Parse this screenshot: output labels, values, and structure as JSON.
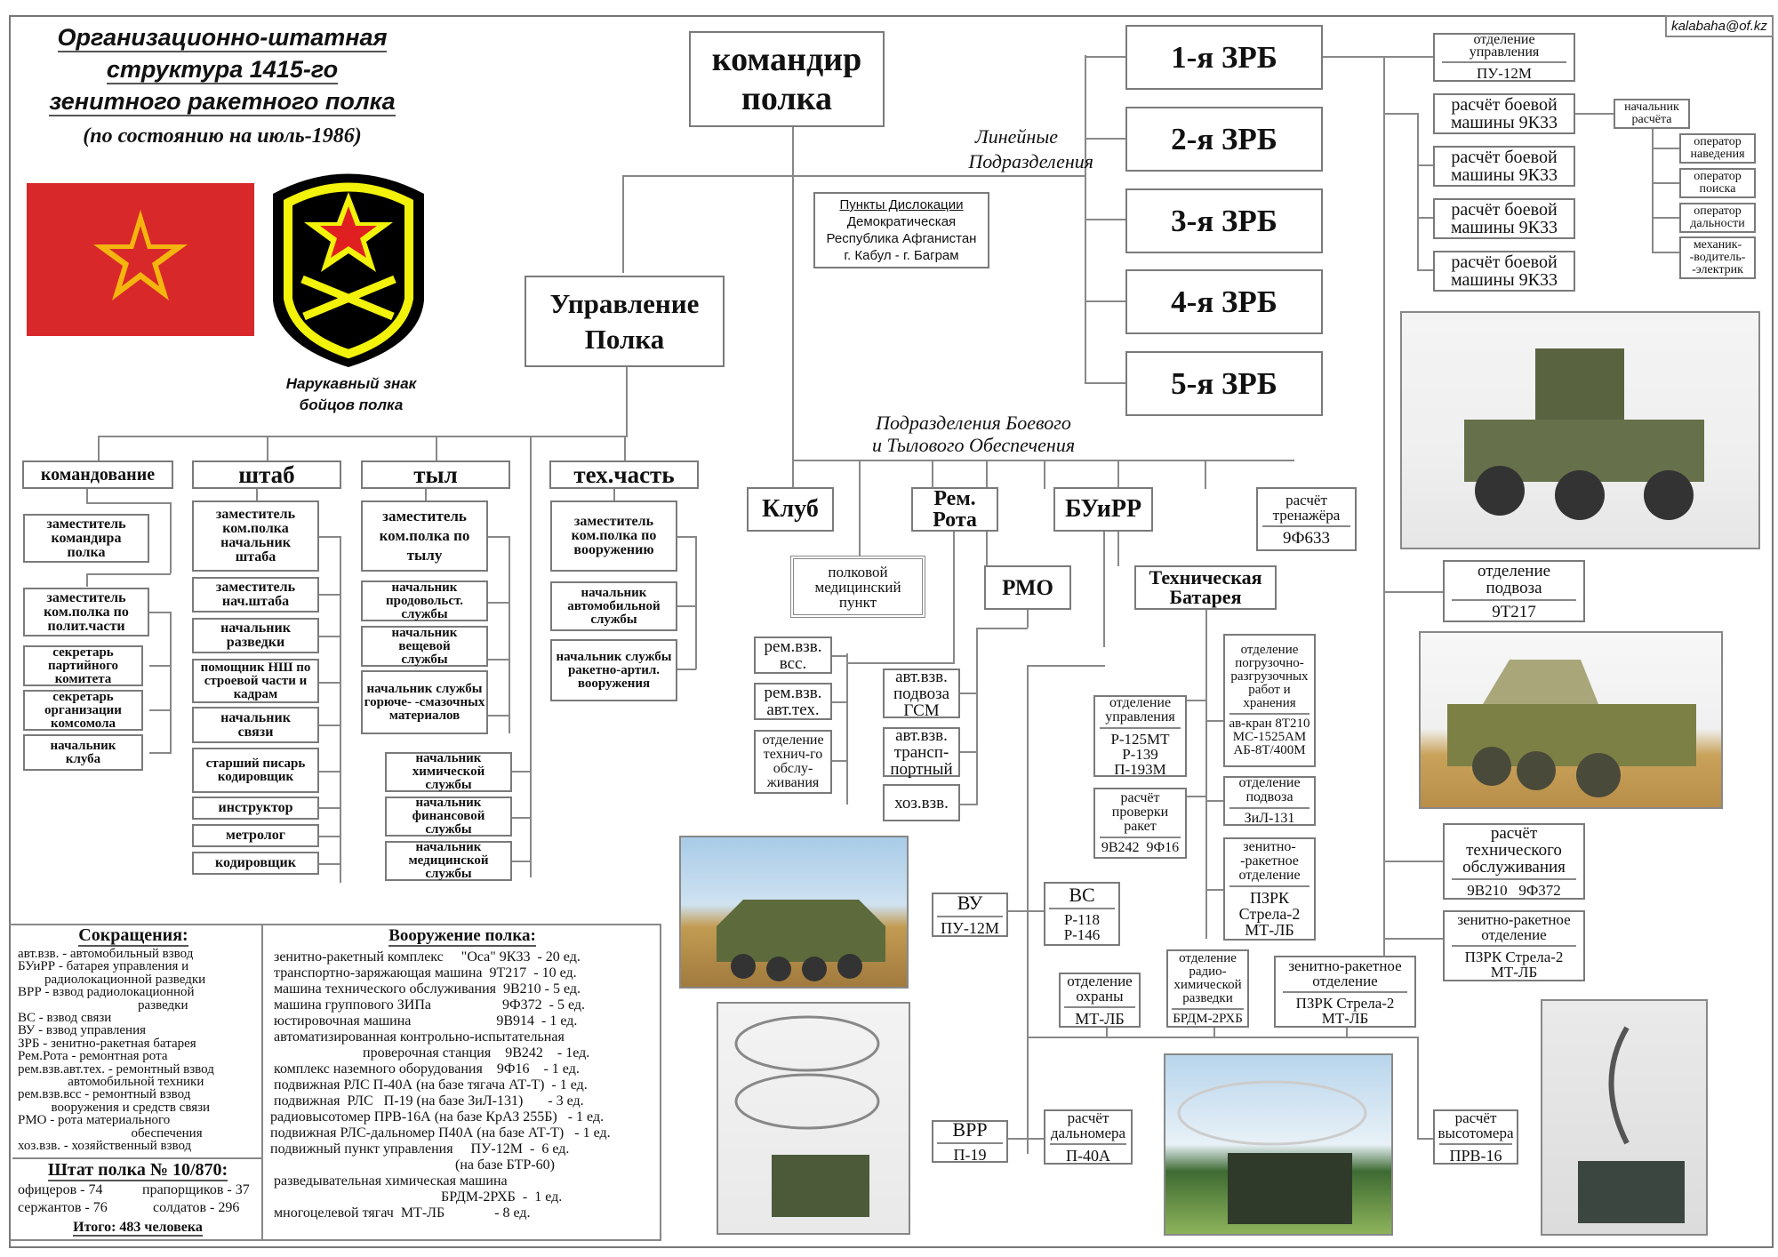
{
  "title": {
    "line1": "Организационно-штатная",
    "line2": "структура  1415-го",
    "line3": "зенитного ракетного полка",
    "date": "(по состоянию на  июль-1986)"
  },
  "emblem": {
    "caption_line1": "Нарукавный знак",
    "caption_line2": "бойцов полка"
  },
  "watermark": "kalabaha@of.kz",
  "colors": {
    "flag_red": "#d8282a",
    "star_gold": "#f5b50e",
    "patch_yellow": "#f2f20a",
    "line": "#888888"
  },
  "commander": {
    "line1": "командир",
    "line2": "полка"
  },
  "hq": {
    "line1": "Управление",
    "line2": "Полка"
  },
  "location": {
    "title": "Пункты  Дислокации",
    "line1": "Демократическая",
    "line2": "Республика Афганистан",
    "line3": "г. Кабул - г. Баграм"
  },
  "linear_label": {
    "line1": "Линейные",
    "line2": "Подразделения"
  },
  "support_label": {
    "line1": "Подразделения Боевого",
    "line2": "и  Тылового Обеспечения"
  },
  "batteries": [
    "1-я ЗРБ",
    "2-я ЗРБ",
    "3-я ЗРБ",
    "4-я ЗРБ",
    "5-я ЗРБ"
  ],
  "battery_units": {
    "control": {
      "name": "отделение управления",
      "equip": "ПУ-12М"
    },
    "crews": [
      "расчёт боевой машины 9К33",
      "расчёт боевой машины 9К33",
      "расчёт боевой машины 9К33",
      "расчёт боевой машины 9К33"
    ],
    "crew_chief": "начальник расчёта",
    "crew_members": [
      "оператор наведения",
      "оператор поиска",
      "оператор дальности",
      "механик- -водитель- -электрик"
    ],
    "supply": {
      "name": "отделение подвоза",
      "equip": "9Т217"
    },
    "maintenance": {
      "name": "расчёт технического обслуживания",
      "equip": "9В210   9Ф372"
    },
    "sam": {
      "name": "зенитно-ракетное отделение",
      "equip1": "ПЗРК  Стрела-2",
      "equip2": "МТ-ЛБ"
    }
  },
  "hq_sections": {
    "command": {
      "title": "командование",
      "items": [
        "заместитель командира полка",
        "заместитель ком.полка по полит.части",
        "секретарь партийного комитета",
        "секретарь организации комсомола",
        "начальник клуба"
      ]
    },
    "staff": {
      "title": "штаб",
      "items": [
        "заместитель ком.полка начальник штаба",
        "заместитель нач.штаба",
        "начальник разведки",
        "помощник НШ по строевой части и кадрам",
        "начальник связи",
        "старший писарь кодировщик",
        "инструктор",
        "метролог",
        "кодировщик"
      ]
    },
    "rear": {
      "title": "тыл",
      "items": [
        "заместитель ком.полка по тылу",
        "начальник продовольст. службы",
        "начальник вещевой службы",
        "начальник службы горюче- -смазочных материалов"
      ]
    },
    "other": {
      "items": [
        "начальник химической службы",
        "начальник финансовой службы",
        "начальник медицинской службы"
      ]
    },
    "tech": {
      "title": "тех.часть",
      "items": [
        "заместитель ком.полка по вооружению",
        "начальник автомобильной службы",
        "начальник службы ракетно-артил. вооружения"
      ]
    }
  },
  "support": {
    "club": "Клуб",
    "medical": "полковой медицинский пункт",
    "repair": {
      "title": "Рем. Рота",
      "items": [
        "рем.взв. всс.",
        "рем.взв. авт.тех.",
        "отделение технич-го обслу- живания"
      ]
    },
    "rmo": {
      "title": "РМО",
      "items": [
        "авт.взв. подвоза ГСМ",
        "авт.взв. трансп- портный",
        "хоз.взв."
      ]
    },
    "buirr": {
      "title": "БУиРР",
      "vu": {
        "name": "ВУ",
        "equip": "ПУ-12М"
      },
      "vs": {
        "name": "ВС",
        "equip1": "Р-118",
        "equip2": "Р-146"
      },
      "guard": {
        "name": "отделение охраны",
        "equip": "МТ-ЛБ"
      },
      "chem": {
        "name": "отделение радио- химической разведки",
        "equip": "БРДМ-2РХБ"
      },
      "sam": {
        "name": "зенитно-ракетное отделение",
        "equip1": "ПЗРК  Стрела-2",
        "equip2": "МТ-ЛБ"
      },
      "vrr": {
        "name": "ВРР",
        "equip": "П-19"
      },
      "range": {
        "name": "расчёт дальномера",
        "equip": "П-40А"
      },
      "alt": {
        "name": "расчёт высотомера",
        "equip": "ПРВ-16"
      }
    },
    "tech_battery": {
      "title": "Техническая Батарея",
      "control": {
        "name": "отделение управления",
        "equip1": "Р-125МТ",
        "equip2": "Р-139",
        "equip3": "П-193М"
      },
      "check": {
        "name": "расчёт проверки ракет",
        "equip": "9В242  9Ф16"
      },
      "loading": {
        "name": "отделение погрузочно- разгрузочных работ и хранения",
        "equip1": "ав-кран 8Т210",
        "equip2": "МС-1525АМ",
        "equip3": "АБ-8Т/400М"
      },
      "supply": {
        "name": "отделение подвоза",
        "equip": "ЗиЛ-131"
      },
      "sam": {
        "name": "зенитно- -ракетное отделение",
        "equip1": "ПЗРК",
        "equip2": "Стрела-2",
        "equip3": "МТ-ЛБ"
      }
    },
    "trainer": {
      "name": "расчёт тренажёра",
      "equip": "9Ф633"
    }
  },
  "abbreviations": {
    "title": "Сокращения:",
    "lines": [
      "авт.взв. - автомобильный взвод",
      "БУиРР - батарея управления и",
      "        радиолокационной разведки",
      "ВРР - взвод радиолокационной",
      "                                    разведки",
      "ВС - взвод связи",
      "ВУ - взвод управления",
      "ЗРБ - зенитно-ракетная батарея",
      "Рем.Рота - ремонтная рота",
      "рем.взв.авт.тех. - ремонтный взвод",
      "               автомобильной техники",
      "рем.взв.всс - ремонтный взвод",
      "          вооружения и средств связи",
      "РМО - рота материального",
      "                                  обеспечения",
      "хоз.взв. - хозяйственный взвод"
    ]
  },
  "staffing": {
    "title": "Штат полка  № 10/870:",
    "officers": "офицеров - 74",
    "warrant": "прапорщиков - 37",
    "sergeants": "сержантов - 76",
    "soldiers": "солдатов - 296",
    "total": "Итого: 483 человека"
  },
  "armament": {
    "title": "Вооружение полка:",
    "lines": [
      " зенитно-ракетный комплекс     \"Оса\" 9К33  - 20 ед.",
      " транспортно-заряжающая машина  9Т217  - 10 ед.",
      " машина технического обслуживания  9В210 - 5 ед.",
      " машина группового ЗИПа                    9Ф372  - 5 ед.",
      " юстировочная машина                        9В914  - 1 ед.",
      " автоматизированная контрольно-испытательная",
      "                          проверочная станция    9В242    - 1ед.",
      " комплекс наземного оборудования    9Ф16    - 1 ед.",
      " подвижная РЛС П-40А (на базе тягача АТ-Т)  - 1 ед.",
      " подвижная  РЛС   П-19 (на базе ЗиЛ-131)       - 3 ед.",
      "радиовысотомер ПРВ-16А (на базе КрАЗ 255Б)   - 1 ед.",
      "подвижная РЛС-дальномер П40А (на базе АТ-Т)   - 1 ед.",
      "подвижный пункт управления     ПУ-12М  -  6 ед.",
      "                                                    (на базе БТР-60)",
      " разведывательная химическая машина",
      "                                                БРДМ-2РХБ  -  1 ед.",
      " многоцелевой тягач  МТ-ЛБ              - 8 ед."
    ]
  }
}
